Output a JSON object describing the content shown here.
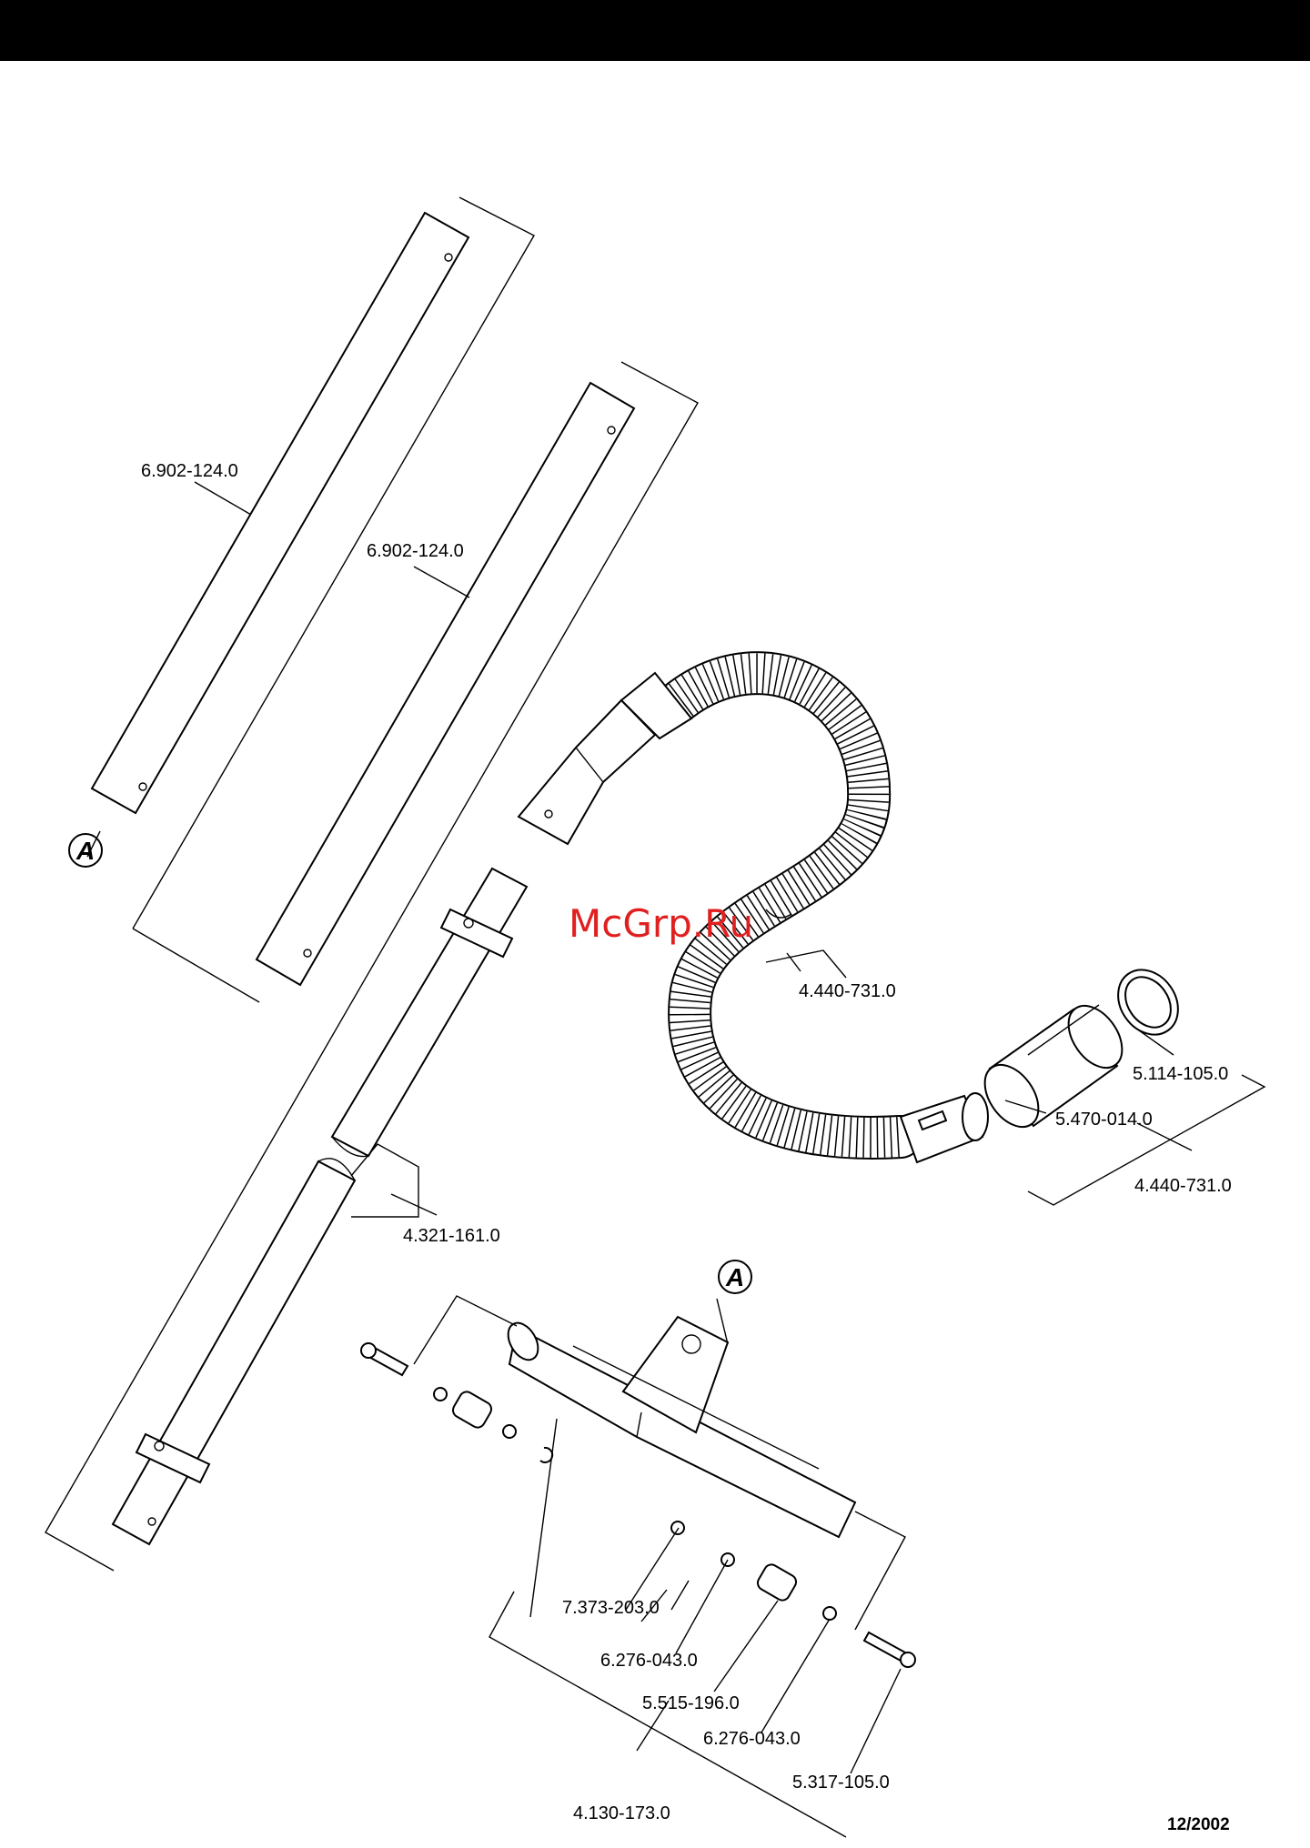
{
  "watermark": "McGrp.Ru",
  "date": "12/2002",
  "marker_letter": "A",
  "parts": {
    "tube_upper_left": "6.902-124.0",
    "tube_upper_right": "6.902-124.0",
    "hose_top": "4.440-731.0",
    "ring": "5.114-105.0",
    "sleeve": "5.470-014.0",
    "hose_assembly": "4.440-731.0",
    "suction_tube": "4.321-161.0",
    "clip": "7.373-203.0",
    "washer_1": "6.276-043.0",
    "roller": "5.515-196.0",
    "washer_2": "6.276-043.0",
    "pin": "5.317-105.0",
    "floor_nozzle": "4.130-173.0"
  }
}
